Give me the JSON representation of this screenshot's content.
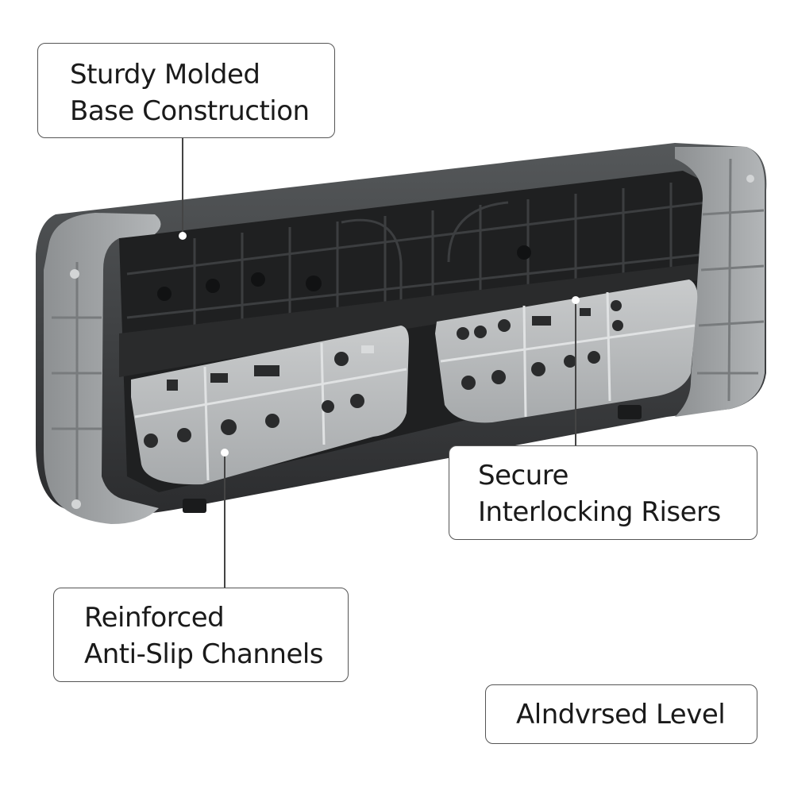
{
  "callouts": {
    "top_left": {
      "line1": "Sturdy Molded",
      "line2": "Base Construction"
    },
    "right": {
      "line1": "Secure",
      "line2": "Interlocking Risers"
    },
    "bottom_left": {
      "line1": "Reinforced",
      "line2": "Anti-Slip Channels"
    },
    "bottom_right": {
      "line1": "Alndvrsed Level"
    }
  },
  "colors": {
    "outer_shell": "#3a3c3e",
    "inner_dark": "#1f2021",
    "end_cap_gray": "#9ea1a3",
    "riser_gray": "#b9bbbd",
    "rib_light": "#d6d8d9",
    "hole_dark": "#2a2b2c",
    "leader_line": "#444444",
    "callout_border": "#555555"
  }
}
